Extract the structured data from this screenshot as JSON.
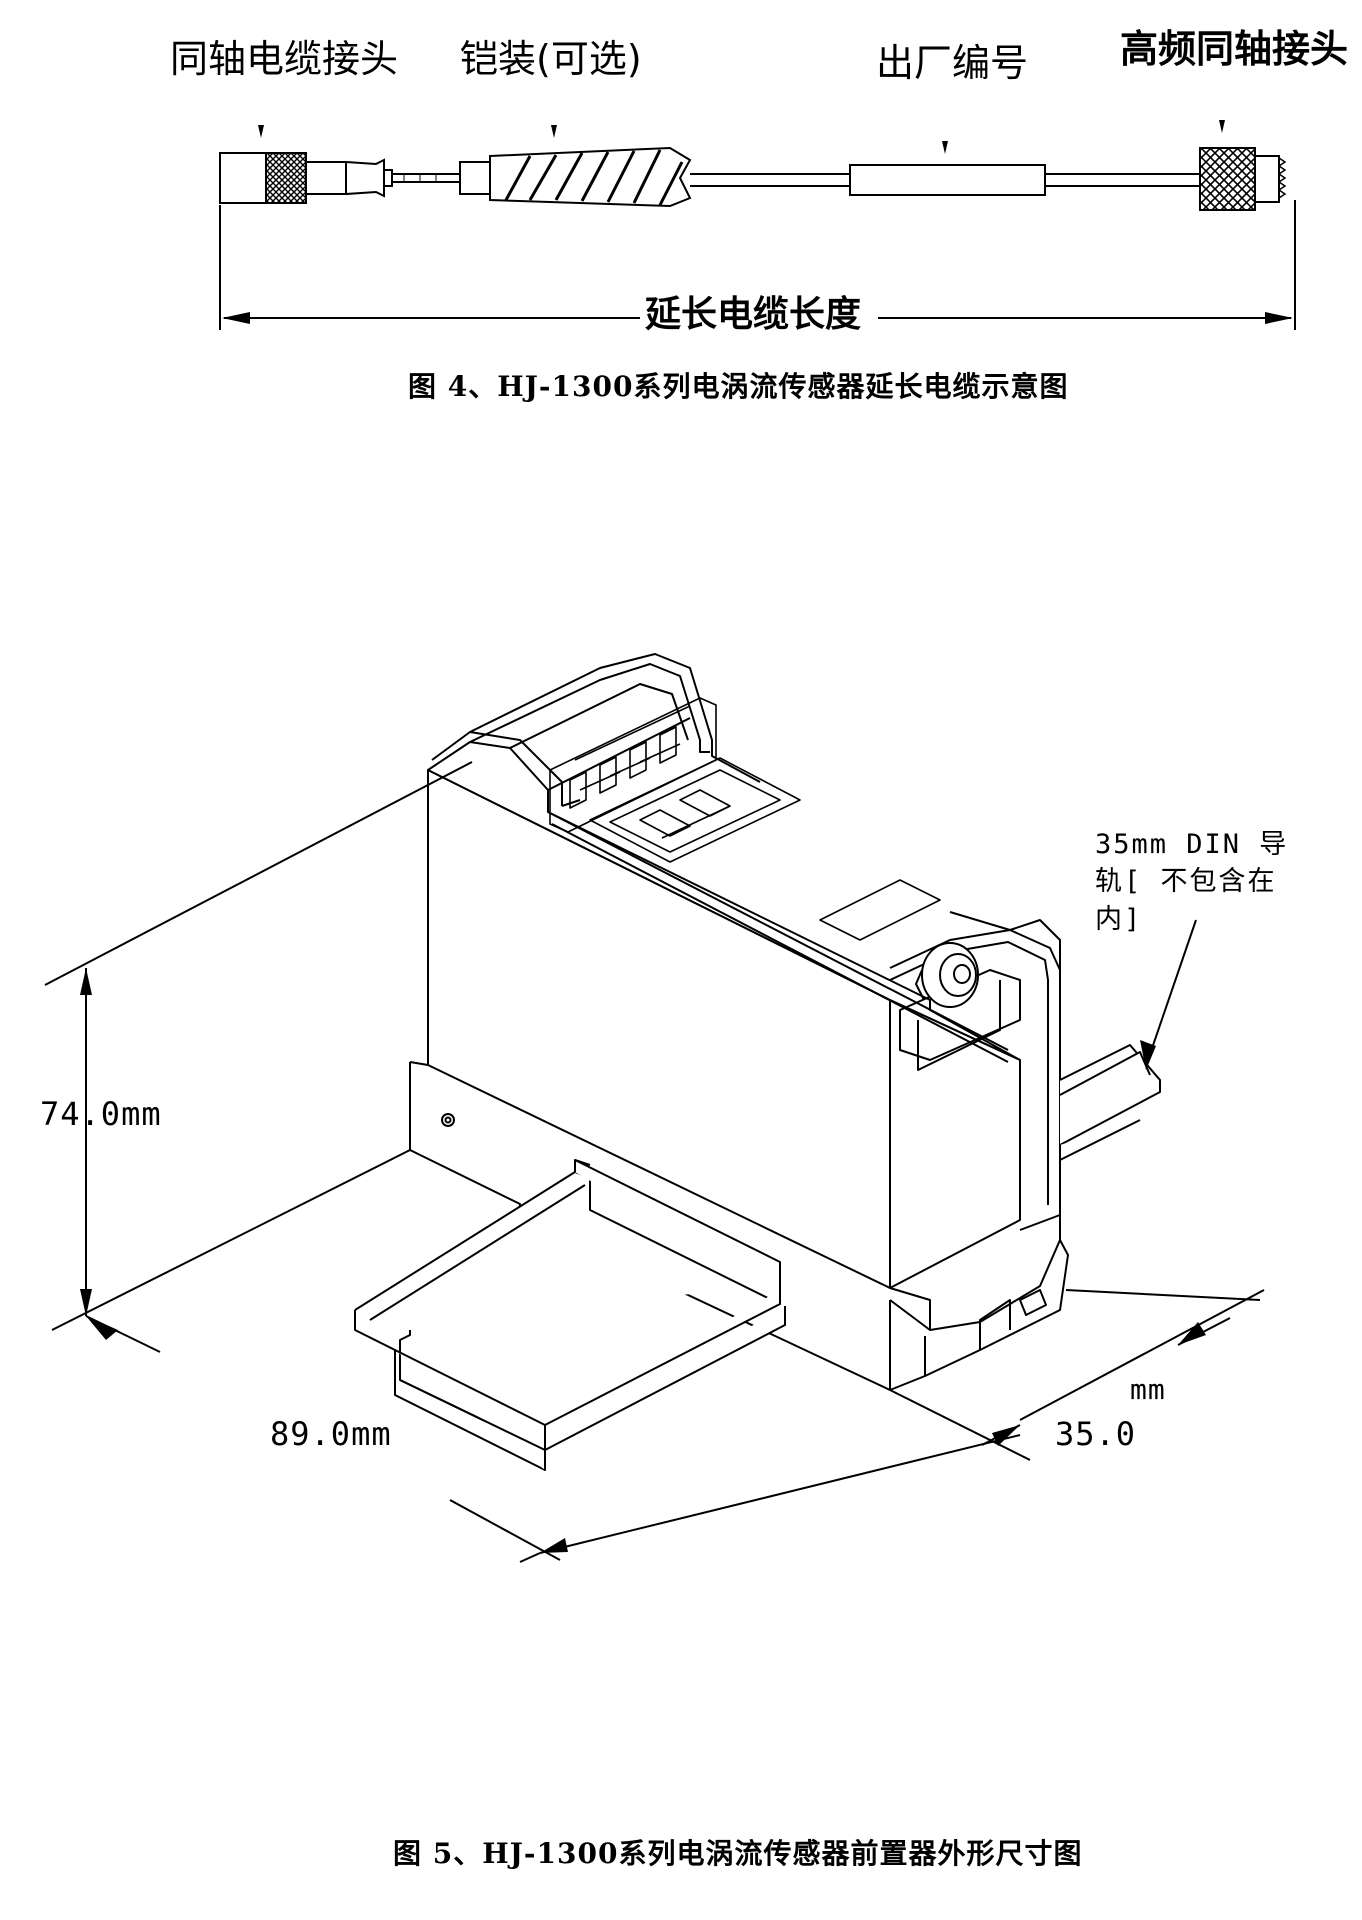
{
  "figure4": {
    "labels": {
      "coax_connector": "同轴电缆接头",
      "armor": "铠装(可选)",
      "serial": "出厂编号",
      "hf_connector": "高频同轴接头",
      "cable_length": "延长电缆长度"
    },
    "caption": "图 4、HJ-1300系列电涡流传感器延长电缆示意图"
  },
  "figure5": {
    "dimensions": {
      "height": "74.0mm",
      "length": "89.0mm",
      "width_value": "35.0",
      "width_unit": "mm"
    },
    "rail_note": "35mm DIN 导轨[ 不包含在内]",
    "caption": "图 5、HJ-1300系列电涡流传感器前置器外形尺寸图"
  }
}
